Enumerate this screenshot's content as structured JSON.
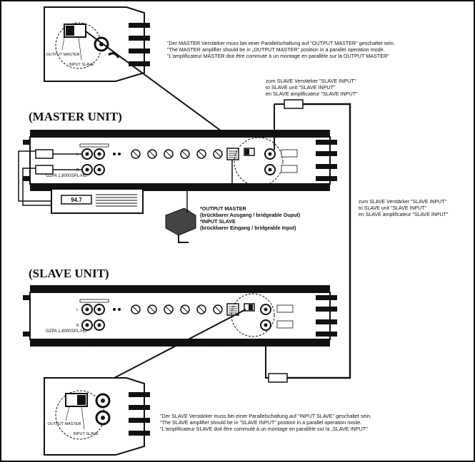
{
  "titles": {
    "master_unit": "(MASTER UNIT)",
    "slave_unit": "(SLAVE UNIT)"
  },
  "notes": {
    "master_top": [
      "\"Der MASTER Verstärker muss bei einer Parallelschaltung auf \"OUTPUT MASTER\" geschaltet sein.",
      "\"The MASTER amplifier should be in „OUTPUT MASTER\" position in a parallel operation mode.",
      "\"L'amplificateur MASTER doit être commuté à un montage en parallèle sur la OUTPUT MASTER\""
    ],
    "slave_input_top": [
      "zum SLAVE Verstärker \"SLAVE INPUT\"",
      "to SLAVE unit \"SLAVE INPUT\"",
      "en SLAVE amplificateur \"SLAVE INPUT\""
    ],
    "slave_input_side": [
      "zum SLAVE Verstärker \"SLAVE INPUT\"",
      "to SLAVE unit \"SLAVE INPUT\"",
      "en SLAVE amplificateur \"SLAVE INPUT\""
    ],
    "bridge": [
      "*OUTPUT MASTER",
      "(brückbarer Ausgang / bridgeable Ouput)",
      "*INPUT SLAVE",
      "(brückbarer Eingang / bridgeable Input)"
    ],
    "slave_bottom": [
      "\"Der SLAVE Verstärker muss bei einer Parallelschaltung auf \"INPUT SLAVE\" geschaltet sein.",
      "\"The SLAVE amplifier should be in \"SLAVE INPUT\" position in a parallel operation mode.",
      "\"L'amplificateur SLAVE doit être commuté à un montage en parallèle sur la „SLAVE INPUT\""
    ]
  },
  "labels": {
    "model_master": "GZPA 1.8000SPL-HC",
    "model_slave": "GZPA 1.8000SPL-HC",
    "switch_output": "OUTPUT MASTER",
    "switch_input": "INPUT SLAVE",
    "switch_output_slave": "OUTPUT MASTER",
    "switch_input_slave": "INPUT SLAVE",
    "head_unit_display": "94.7",
    "channel_l": "L",
    "channel_r": "R",
    "channel_l_slave": "L",
    "channel_r_slave": "R"
  }
}
